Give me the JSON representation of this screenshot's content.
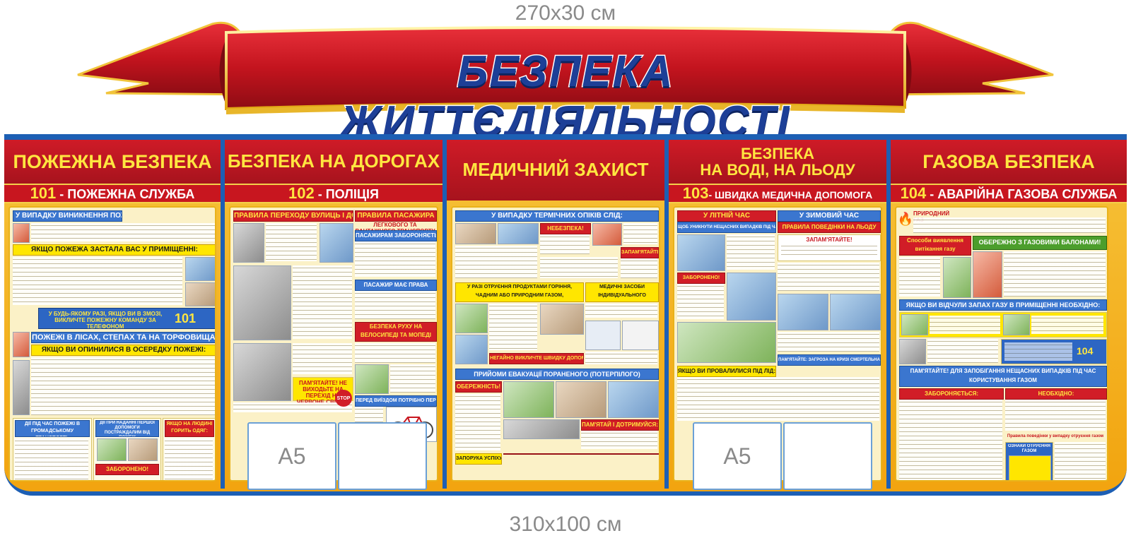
{
  "dimensions": {
    "top": "270x30 см",
    "bottom": "310x100 см"
  },
  "banner": {
    "title": "БЕЗПЕКА  ЖИТТЄДІЯЛЬНОСТІ"
  },
  "panels": [
    {
      "title": "ПОЖЕЖНА БЕЗПЕКА",
      "phone_number": "101",
      "phone_service": " - ПОЖЕЖНА СЛУЖБА",
      "blocks": [
        "У ВИПАДКУ ВИНИКНЕННЯ ПОЖЕЖІ",
        "ЯКЩО ПОЖЕЖА ЗАСТАЛА ВАС У ПРИМІЩЕННІ:",
        "У БУДЬ-ЯКОМУ РАЗІ, ЯКЩО ВИ В ЗМОЗІ, ВИКЛИЧТЕ ПОЖЕЖНУ КОМАНДУ ЗА ТЕЛЕФОНОМ",
        "101",
        "ПОЖЕЖІ В ЛІСАХ, СТЕПАХ ТА НА ТОРФОВИЩАХ",
        "ЯКЩО ВИ ОПИНИЛИСЯ В ОСЕРЕДКУ ПОЖЕЖІ:",
        "ДІЇ ПІД ЧАС ПОЖЕЖІ В ГРОМАДСЬКОМУ ТРАНСПОРТІ:",
        "ДІЇ ПРИ НАДАННІ ПЕРШОЇ ДОПОМОГИ ПОСТРАЖДАЛИМ ВІД ПОЖЕЖ",
        "ЯКЩО НА ЛЮДИНІ ГОРИТЬ ОДЯГ:",
        "ЗАБОРОНЕНО!"
      ]
    },
    {
      "title": "БЕЗПЕКА НА ДОРОГАХ",
      "phone_number": "102",
      "phone_service": " - ПОЛІЦІЯ",
      "blocks": [
        "ПРАВИЛА ПЕРЕХОДУ ВУЛИЦЬ І ДОРІГ",
        "ПРАВИЛА ПАСАЖИРА",
        "ЛЕГКОВОГО ТА ВАНТАЖНОГО ТРАНСПОРТУ",
        "ПАСАЖИРАМ ЗАБОРОНЯЄТЬСЯ:",
        "ПАСАЖИР МАЄ ПРАВА",
        "БЕЗПЕКА РУХУ НА ВЕЛОСИПЕДІ ТА МОПЕДІ",
        "ПАМ'ЯТАЙТЕ! НЕ ВИХОДЬТЕ НА ПЕРЕХІД НА ЧЕРВОНЕ СВІТЛО!",
        "ПЕРЕД ВИЇЗДОМ ПОТРІБНО ПЕРЕВІРИТИ:",
        "STOP"
      ]
    },
    {
      "title": "МЕДИЧНИЙ ЗАХИСТ",
      "phone_number": "",
      "phone_service": "",
      "blocks": [
        "У ВИПАДКУ ТЕРМІЧНИХ ОПІКІВ СЛІД:",
        "НЕБЕЗПЕКА!",
        "ЗАПАМ'ЯТАЙТЕ!",
        "У РАЗІ ОТРУЄННЯ ПРОДУКТАМИ ГОРІННЯ, ЧАДНИМ АБО ПРИРОДНИМ ГАЗОМ, БЕНЗИНОВИМИ ПАРАМИ",
        "МЕДИЧНІ ЗАСОБИ ІНДИВІДУАЛЬНОГО ЗАХИСТУ",
        "НЕГАЙНО ВИКЛИЧТЕ ШВИДКУ ДОПОМОГУ!",
        "ПРИЙОМИ ЕВАКУАЦІЇ ПОРАНЕНОГО (ПОТЕРПІЛОГО)",
        "ОБЕРЕЖНІСТЬ!",
        "ПАМ'ЯТАЙ І ДОТРИМУЙСЯ:",
        "ЗАПОРУКА УСПІХУ!"
      ]
    },
    {
      "title": "БЕЗПЕКА\nНА ВОДІ, НА ЛЬОДУ",
      "phone_number": "103",
      "phone_service": "- ШВИДКА МЕДИЧНА ДОПОМОГА",
      "blocks": [
        "У ЛІТНІЙ ЧАС",
        "У ЗИМОВИЙ ЧАС",
        "ЩОБ УНИКНУТИ НЕЩАСНИХ ВИПАДКІВ ПІД ЧАС КУПАННЯ:",
        "ПРАВИЛА ПОВЕДІНКИ НА ЛЬОДУ",
        "ЗАБОРОНЕНО!",
        "ЗАПАМ'ЯТАЙТЕ!",
        "ЯКЩО ВИ ПРОВАЛИЛИСЯ ПІД ЛІД:",
        "ПАМ'ЯТАЙТЕ: ЗАГРОЗА НА КРИЗІ СМЕРТЕЛЬНА!"
      ]
    },
    {
      "title": "ГАЗОВА БЕЗПЕКА",
      "phone_number": "104",
      "phone_service": " - АВАРІЙНА ГАЗОВА СЛУЖБА",
      "blocks": [
        "ПРИРОДНИЙ ГАЗ",
        "Способи виявлення витікання газу",
        "ОБЕРЕЖНО З ГАЗОВИМИ БАЛОНАМИ!",
        "ЯКЩО ВИ ВІДЧУЛИ ЗАПАХ ГАЗУ В ПРИМІЩЕННІ НЕОБХІДНО:",
        "104",
        "ПАМ'ЯТАЙТЕ! ДЛЯ ЗАПОБІГАННЯ НЕЩАСНИХ ВИПАДКІВ ПІД ЧАС КОРИСТУВАННЯ ГАЗОМ",
        "ЗАБОРОНЯЄТЬСЯ:",
        "НЕОБХІДНО:",
        "ОЗНАКИ ОТРУЄННЯ ГАЗОМ",
        "Правила поведінки у випадку отруєння газом"
      ]
    }
  ],
  "pockets": {
    "left": [
      "A5",
      ""
    ],
    "right": [
      "A5",
      ""
    ]
  },
  "colors": {
    "header_red": "#c8161f",
    "header_text": "#ffe640",
    "stand_yellow": "#f2a40f",
    "divider_blue": "#1d5fb4",
    "title_blue": "#1d3f97"
  }
}
